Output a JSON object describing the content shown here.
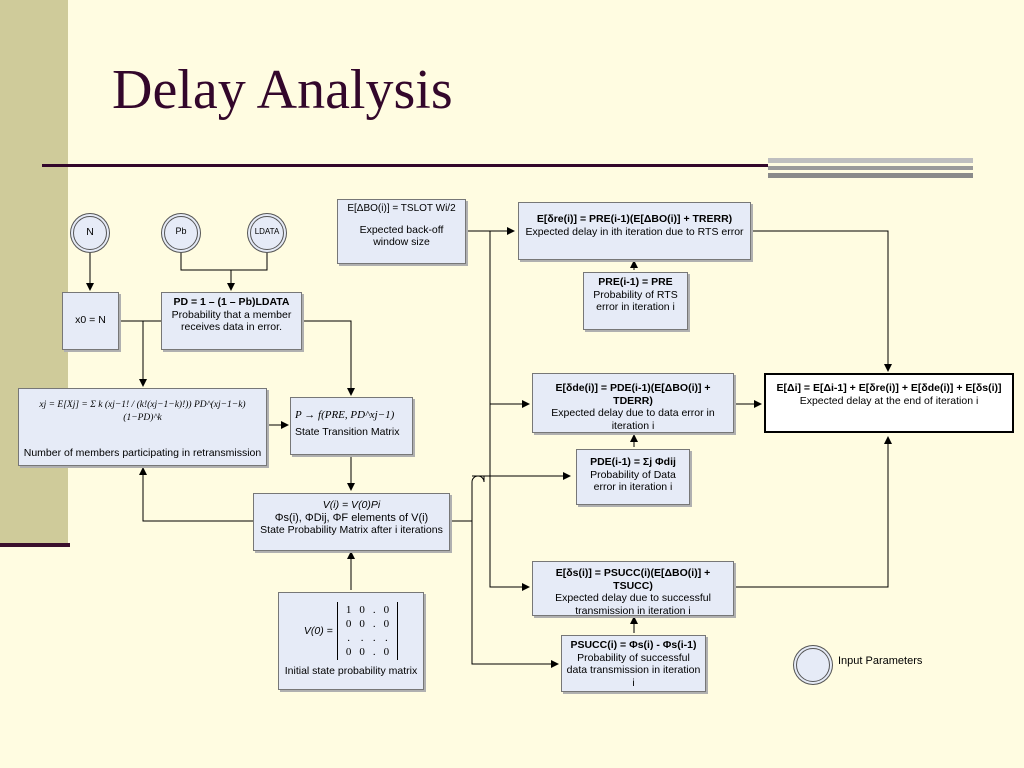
{
  "slide": {
    "title": "Delay Analysis",
    "legend_label": "Input Parameters"
  },
  "inputs": {
    "n": "N",
    "pb": "Pb",
    "ldata": "LDATA"
  },
  "boxes": {
    "x0": "x0 = N",
    "pd_formula": "PD = 1 – (1 – Pb)LDATA",
    "pd_desc": "Probability that a member receives data in error.",
    "xj_formula": "xj = E[Xj] = Σ k (xj−1! / (k!(xj−1−k)!)) PD^(xj−1−k) (1−PD)^k",
    "xj_desc": "Number of members participating in retransmission",
    "stm_formula": "P → f(PRE, PD^xj−1)",
    "stm_desc": "State Transition Matrix",
    "vi_formula": "V(i) = V(0)Pi",
    "vi_elements": "Φs(i), ΦDij, ΦF elements of V(i)",
    "vi_desc": "State Probability Matrix after i iterations",
    "v0_label": "V(0) =",
    "v0_matrix": [
      [
        "1",
        "0",
        ".",
        "0"
      ],
      [
        "0",
        "0",
        ".",
        "0"
      ],
      [
        ".",
        ".",
        ".",
        "."
      ],
      [
        "0",
        "0",
        ".",
        "0"
      ]
    ],
    "v0_desc": "Initial state probability matrix",
    "backoff_formula": "E[ΔBO(i)] = TSLOT Wi/2",
    "backoff_desc": "Expected back-off window size",
    "rts_formula": "E[δre(i)] = PRE(i-1)(E[ΔBO(i)] + TRERR)",
    "rts_desc": "Expected delay in ith iteration due to RTS error",
    "pre_formula": "PRE(i-1) = PRE",
    "pre_desc": "Probability of RTS error in iteration i",
    "de_formula": "E[δde(i)] = PDE(i-1)(E[ΔBO(i)] + TDERR)",
    "de_desc": "Expected delay due to data error in iteration i",
    "pde_formula": "PDE(i-1) = Σj Φdij",
    "pde_desc": "Probability of Data error in iteration i",
    "s_formula": "E[δs(i)] = PSUCC(i)(E[ΔBO(i)] + TSUCC)",
    "s_desc": "Expected delay due to successful transmission in iteration i",
    "psucc_formula": "PSUCC(i) = Φs(i) - Φs(i-1)",
    "psucc_desc": "Probability of successful data transmission in iteration i",
    "final_formula": "E[Δi] = E[Δi-1] + E[δre(i)] + E[δde(i)] + E[δs(i)]",
    "final_desc": "Expected delay at the end of iteration i"
  }
}
